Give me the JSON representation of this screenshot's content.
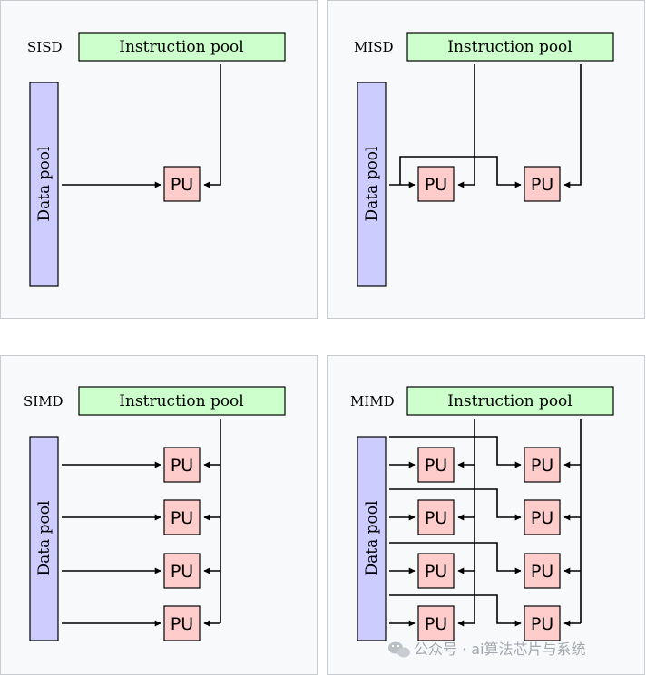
{
  "labels": {
    "instruction_pool": "Instruction pool",
    "data_pool": "Data pool",
    "pu": "PU"
  },
  "panels": [
    {
      "id": "sisd",
      "title": "SISD"
    },
    {
      "id": "misd",
      "title": "MISD"
    },
    {
      "id": "simd",
      "title": "SIMD"
    },
    {
      "id": "mimd",
      "title": "MIMD"
    }
  ],
  "watermark": "公众号 · ai算法芯片与系统",
  "colors": {
    "instruction_pool": "#ccffcc",
    "data_pool": "#ccccff",
    "processing_unit": "#ffcccc",
    "panel_background": "#f8f9fa",
    "panel_border": "#c8ccd1"
  }
}
